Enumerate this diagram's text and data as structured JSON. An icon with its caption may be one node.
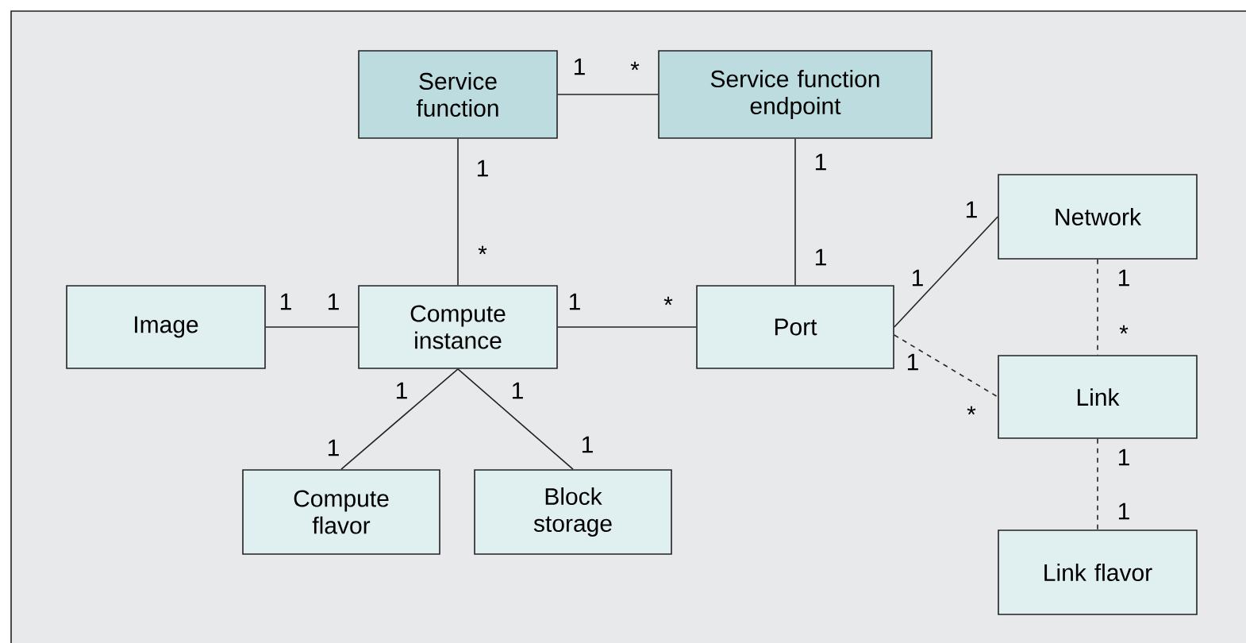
{
  "diagram": {
    "nodes": [
      {
        "text": [
          "Service function"
        ]
      },
      {
        "text": [
          "Service function endpoint"
        ]
      },
      {
        "text": [
          "Image"
        ]
      },
      {
        "text": [
          "Compute instance"
        ]
      },
      {
        "text": [
          "Port"
        ]
      },
      {
        "text": [
          "Network"
        ]
      },
      {
        "text": [
          "Link"
        ]
      },
      {
        "text": [
          "Compute flavor"
        ]
      },
      {
        "text": [
          "Block storage"
        ]
      },
      {
        "text": [
          "Link flavor"
        ]
      }
    ],
    "edges": [
      {
        "from": 0,
        "to": 1,
        "arrow": "none"
      },
      {
        "from": 0,
        "to": 3,
        "arrow": "none"
      },
      {
        "from": 1,
        "to": 4,
        "arrow": "none"
      },
      {
        "from": 2,
        "to": 3,
        "arrow": "none"
      },
      {
        "from": 3,
        "to": 4,
        "arrow": "none"
      },
      {
        "from": 4,
        "to": 5,
        "arrow": "none"
      },
      {
        "from": 4,
        "to": 6,
        "arrow": "none",
        "style": "dashed"
      },
      {
        "from": 5,
        "to": 6,
        "arrow": "none",
        "style": "dashed"
      },
      {
        "from": 3,
        "to": 7,
        "arrow": "none"
      },
      {
        "from": 3,
        "to": 8,
        "arrow": "none"
      },
      {
        "from": 6,
        "to": 9,
        "arrow": "none",
        "style": "dashed"
      }
    ],
    "labels": [
      "1",
      "*",
      "1",
      "1",
      "1",
      "*",
      "1",
      "1",
      "1",
      "1",
      "1",
      "1",
      "*",
      "*",
      "1",
      "1",
      "1",
      "*",
      "1",
      "1",
      "1",
      "1"
    ]
  }
}
